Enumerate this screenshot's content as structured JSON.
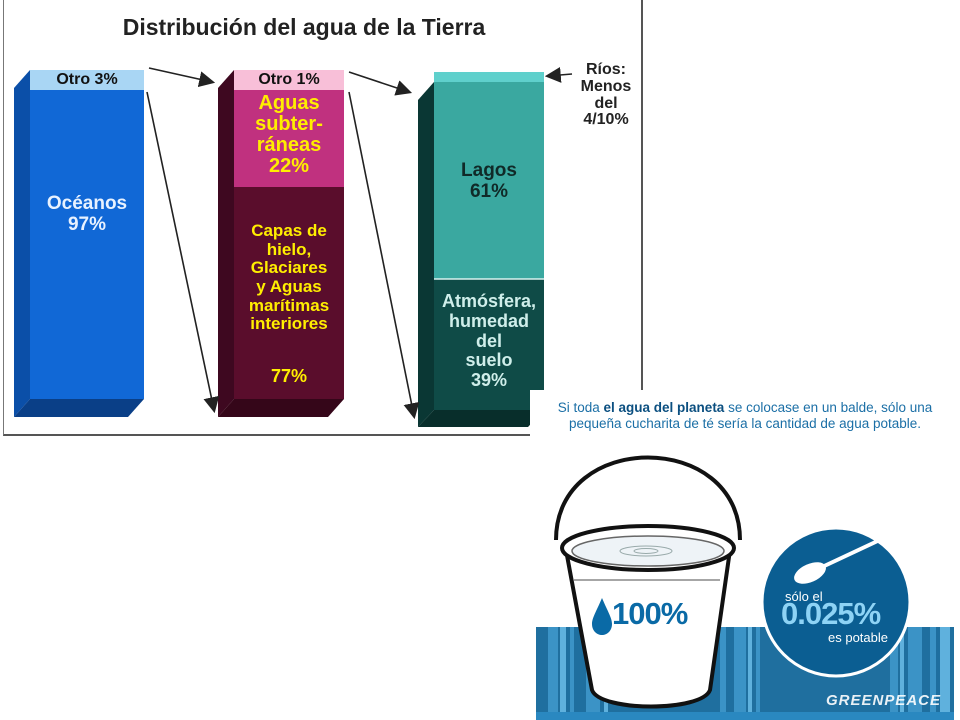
{
  "chart": {
    "title": "Distribución del agua de la Tierra",
    "col1": {
      "top_label": "Otro 3%",
      "main_label": [
        "Océanos",
        "97%"
      ]
    },
    "col2": {
      "top_label": "Otro 1%",
      "mid_label": [
        "Aguas",
        "subter-",
        "ráneas",
        "22%"
      ],
      "main_label": [
        "Capas de",
        "hielo,",
        "Glaciares",
        "y Aguas",
        "marítimas",
        "interiores"
      ],
      "main_value": "77%"
    },
    "col3": {
      "upper_label": [
        "Lagos",
        "61%"
      ],
      "lower_label": [
        "Atmósfera,",
        "humedad",
        "del",
        "suelo",
        "39%"
      ]
    },
    "rios_label": [
      "Ríos:",
      "Menos",
      "del",
      "4/10%"
    ],
    "colors": {
      "col1": "#1168d6",
      "col1_top": "#a9d6f4",
      "col2_mid": "#c0317f",
      "col2_main": "#5a0d2c",
      "col2_top": "#f8bfd8",
      "col2_text": "#ffee00",
      "col3_upper": "#3aa8a0",
      "col3_lower": "#0f4b47"
    }
  },
  "infographic": {
    "caption_parts": [
      "Si toda ",
      "el agua del planeta",
      " se colocase en un balde, sólo una pequeña cucharita de té sería la cantidad de agua potable."
    ],
    "bucket_value": "100%",
    "circle_prefix": "sólo el",
    "circle_value": "0.025%",
    "circle_suffix": "es potable",
    "brand": "GREENPEACE",
    "icons": [
      "water-drop-icon",
      "spoon-icon",
      "bucket-icon"
    ]
  }
}
